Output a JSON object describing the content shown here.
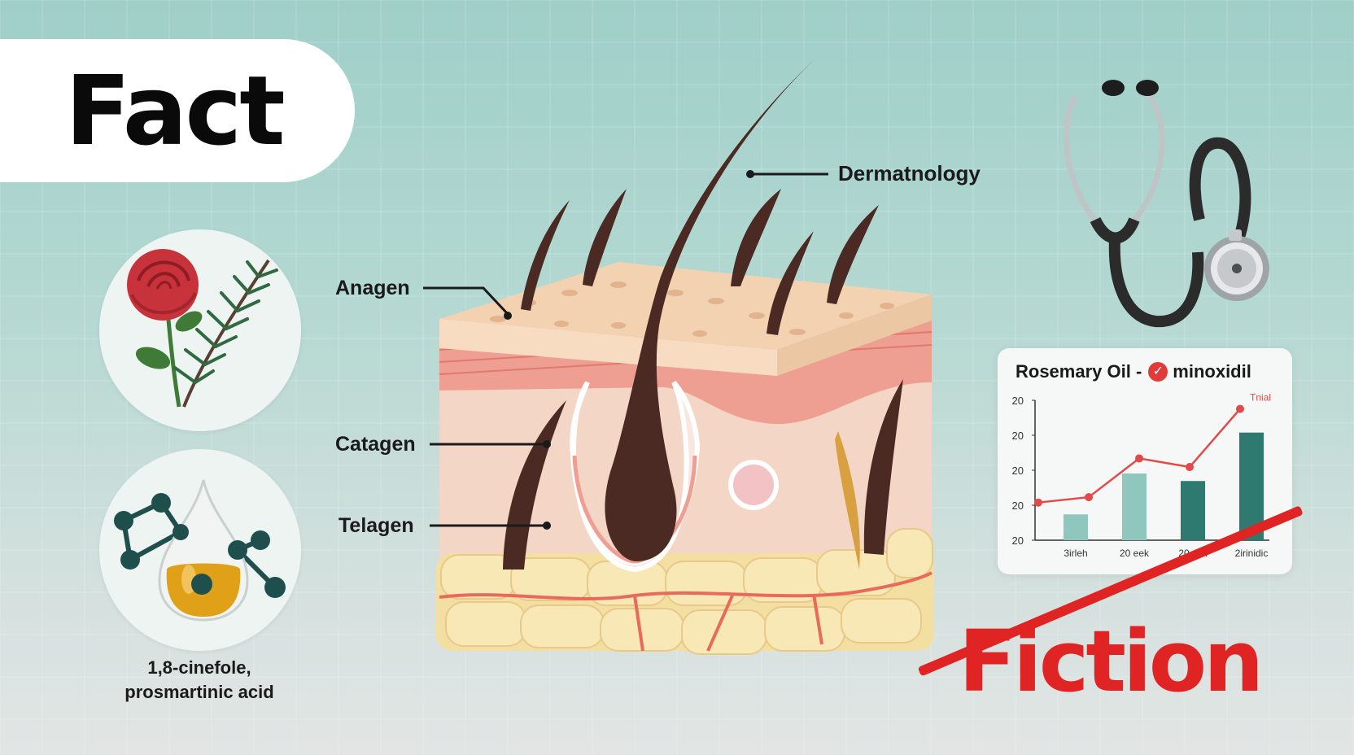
{
  "fact_label": "Fact",
  "fiction_label": "Fiction",
  "diagram_labels": {
    "dermatology": "Dermatnology",
    "anagen": "Anagen",
    "catagen": "Catagen",
    "telagen": "Telagen"
  },
  "compounds": {
    "line1": "1,8-cinefole,",
    "line2": "prosmartinic acid"
  },
  "icons": {
    "herbs": "rose-rosemary-icon",
    "molecule": "oil-molecule-icon",
    "stethoscope": "stethoscope-icon",
    "check": "check-badge-icon"
  },
  "colors": {
    "fact_bg": "#ffffff",
    "fiction": "#e02424",
    "hair": "#4a2a22",
    "skin_top": "#f3d2b2",
    "skin_layer": "#ee9a8c",
    "fat": "#f4dfa2"
  },
  "chart_data": {
    "type": "bar",
    "title_left": "Rosemary Oil -",
    "title_right": "minoxidil",
    "check_mark": "✓",
    "annotation": "Tnial",
    "y_ticks": [
      "20",
      "20",
      "20",
      "20",
      "20"
    ],
    "categories": [
      "3irleh",
      "20 eek",
      "20 yek",
      "2irinidic"
    ],
    "bars": [
      {
        "value": 0.24,
        "color": "#8fc7bf"
      },
      {
        "value": 0.62,
        "color": "#8fc7bf"
      },
      {
        "value": 0.55,
        "color": "#2f7a70"
      },
      {
        "value": 1.0,
        "color": "#2f7a70"
      }
    ],
    "line": {
      "color": "#e24a4a",
      "values": [
        0.35,
        0.4,
        0.76,
        0.68,
        1.22
      ]
    },
    "ylim": [
      0,
      1.3
    ]
  }
}
